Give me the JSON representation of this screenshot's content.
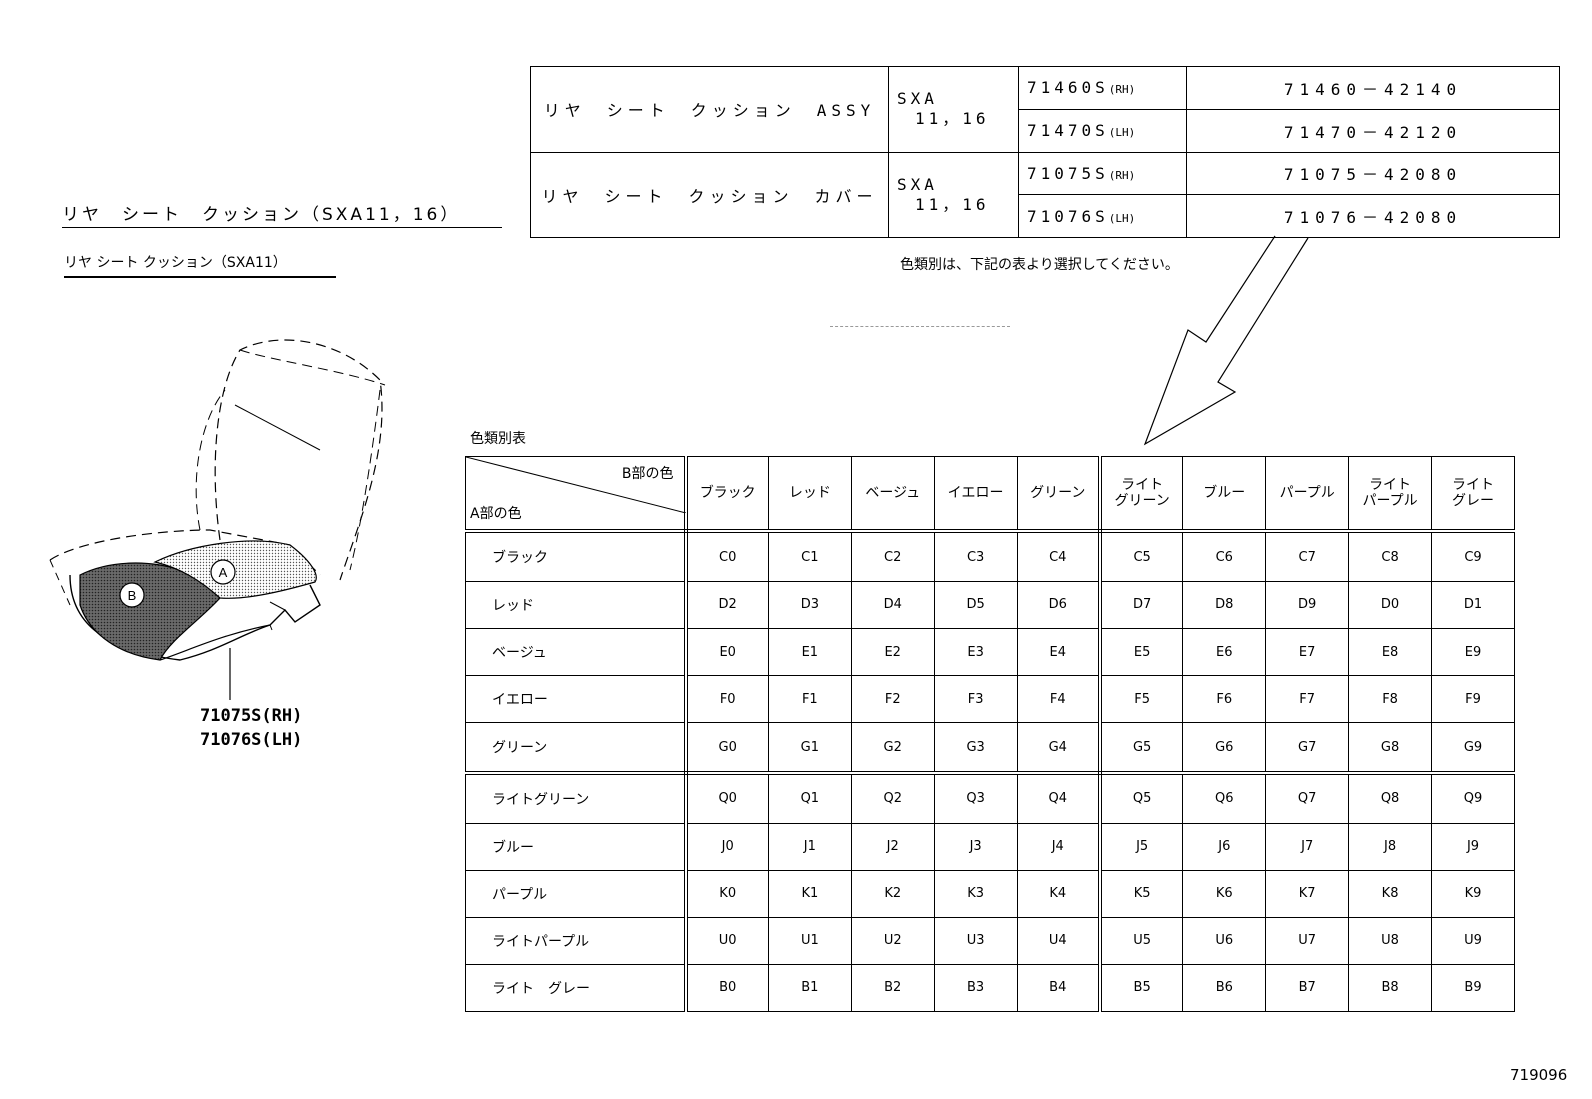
{
  "headings": {
    "main": "リヤ　シート　クッション（SXA11，16）",
    "sub": "リヤ シート クッション（SXA11）"
  },
  "parts_table": [
    {
      "name": "リヤ　シート　クッション　ASSY",
      "code_line1": "SXA",
      "code_line2": "11，16",
      "rows": [
        {
          "part": "71460S",
          "side": "(RH)",
          "number": "71460－42140"
        },
        {
          "part": "71470S",
          "side": "(LH)",
          "number": "71470－42120"
        }
      ]
    },
    {
      "name": "リヤ　シート　クッション　カバー",
      "code_line1": "SXA",
      "code_line2": "11，16",
      "rows": [
        {
          "part": "71075S",
          "side": "(RH)",
          "number": "71075－42080"
        },
        {
          "part": "71076S",
          "side": "(LH)",
          "number": "71076－42080"
        }
      ]
    }
  ],
  "color_note": "色類別は、下記の表より選択してください。",
  "seat": {
    "label_a": "A",
    "label_b": "B",
    "part_rh": "71075S(RH)",
    "part_lh": "71076S(LH)"
  },
  "color_table": {
    "caption": "色類別表",
    "corner_b": "B部の色",
    "corner_a": "A部の色",
    "columns": [
      [
        "ブラック"
      ],
      [
        "レッド"
      ],
      [
        "ベージュ"
      ],
      [
        "イエロー"
      ],
      [
        "グリーン"
      ],
      [
        "ライト",
        "グリーン"
      ],
      [
        "ブルー"
      ],
      [
        "パープル"
      ],
      [
        "ライト",
        "パープル"
      ],
      [
        "ライト",
        "グレー"
      ]
    ],
    "rows": [
      {
        "label": "ブラック",
        "codes": [
          "C0",
          "C1",
          "C2",
          "C3",
          "C4",
          "C5",
          "C6",
          "C7",
          "C8",
          "C9"
        ]
      },
      {
        "label": "レッド",
        "codes": [
          "D2",
          "D3",
          "D4",
          "D5",
          "D6",
          "D7",
          "D8",
          "D9",
          "D0",
          "D1"
        ]
      },
      {
        "label": "ベージュ",
        "codes": [
          "E0",
          "E1",
          "E2",
          "E3",
          "E4",
          "E5",
          "E6",
          "E7",
          "E8",
          "E9"
        ]
      },
      {
        "label": "イエロー",
        "codes": [
          "F0",
          "F1",
          "F2",
          "F3",
          "F4",
          "F5",
          "F6",
          "F7",
          "F8",
          "F9"
        ]
      },
      {
        "label": "グリーン",
        "codes": [
          "G0",
          "G1",
          "G2",
          "G3",
          "G4",
          "G5",
          "G6",
          "G7",
          "G8",
          "G9"
        ]
      },
      {
        "label": "ライトグリーン",
        "codes": [
          "Q0",
          "Q1",
          "Q2",
          "Q3",
          "Q4",
          "Q5",
          "Q6",
          "Q7",
          "Q8",
          "Q9"
        ]
      },
      {
        "label": "ブルー",
        "codes": [
          "J0",
          "J1",
          "J2",
          "J3",
          "J4",
          "J5",
          "J6",
          "J7",
          "J8",
          "J9"
        ]
      },
      {
        "label": "パープル",
        "codes": [
          "K0",
          "K1",
          "K2",
          "K3",
          "K4",
          "K5",
          "K6",
          "K7",
          "K8",
          "K9"
        ]
      },
      {
        "label": "ライトパープル",
        "codes": [
          "U0",
          "U1",
          "U2",
          "U3",
          "U4",
          "U5",
          "U6",
          "U7",
          "U8",
          "U9"
        ]
      },
      {
        "label": "ライト　グレー",
        "codes": [
          "B0",
          "B1",
          "B2",
          "B3",
          "B4",
          "B5",
          "B6",
          "B7",
          "B8",
          "B9"
        ]
      }
    ]
  },
  "doc_id": "719096"
}
